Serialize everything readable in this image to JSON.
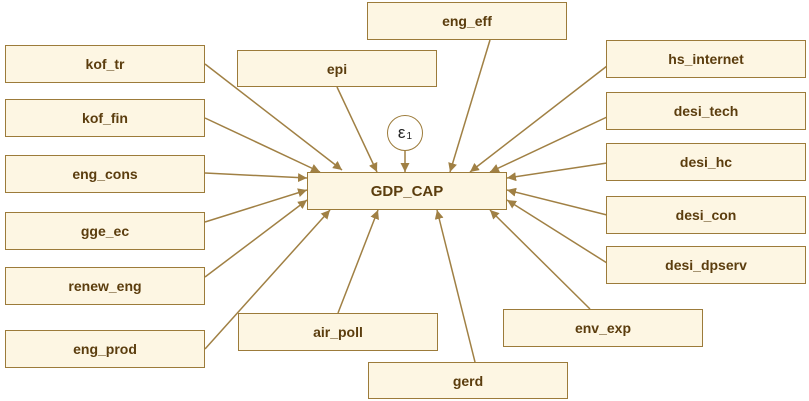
{
  "diagram": {
    "outcome": "GDP_CAP",
    "error_term": {
      "symbol": "ε",
      "subscript": "1"
    },
    "predictors": {
      "kof_tr": "kof_tr",
      "kof_fin": "kof_fin",
      "eng_cons": "eng_cons",
      "gge_ec": "gge_ec",
      "renew_eng": "renew_eng",
      "eng_prod": "eng_prod",
      "epi": "epi",
      "eng_eff": "eng_eff",
      "air_poll": "air_poll",
      "gerd": "gerd",
      "hs_internet": "hs_internet",
      "desi_tech": "desi_tech",
      "desi_hc": "desi_hc",
      "desi_con": "desi_con",
      "desi_dpserv": "desi_dpserv",
      "env_exp": "env_exp"
    }
  },
  "colors": {
    "box_fill": "#fdf6e3",
    "box_border": "#9c7b3a",
    "text": "#5b3d0e",
    "arrow": "#a08044"
  }
}
